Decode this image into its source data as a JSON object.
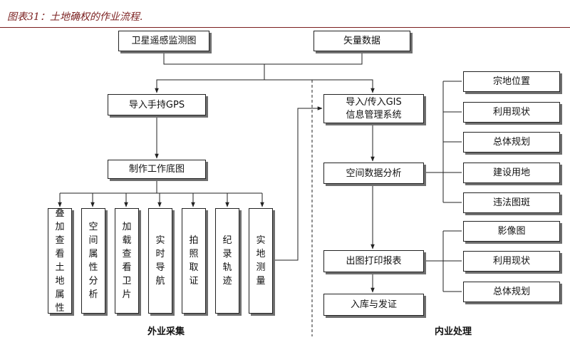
{
  "title": "图表31：土地确权的作业流程.",
  "nodes": {
    "satellite": "卫星遥感监测图",
    "vector": "矢量数据",
    "gps": "导入手持GPS",
    "basemap": "制作工作底图",
    "gis": "导入/传入GIS\n信息管理系统",
    "spatial": "空间数据分析",
    "print": "出图打印报表",
    "archive": "入库与发证"
  },
  "field_tasks": [
    "叠加查看土地属性",
    "空间属性分析",
    "加载查看卫片",
    "实时导航",
    "拍照取证",
    "纪录轨迹",
    "实地测量"
  ],
  "spatial_outputs": [
    "宗地位置",
    "利用现状",
    "总体规划",
    "建设用地",
    "违法图斑"
  ],
  "print_outputs": [
    "影像图",
    "利用现状",
    "总体规划"
  ],
  "labels": {
    "field": "外业采集",
    "office": "内业处理"
  }
}
